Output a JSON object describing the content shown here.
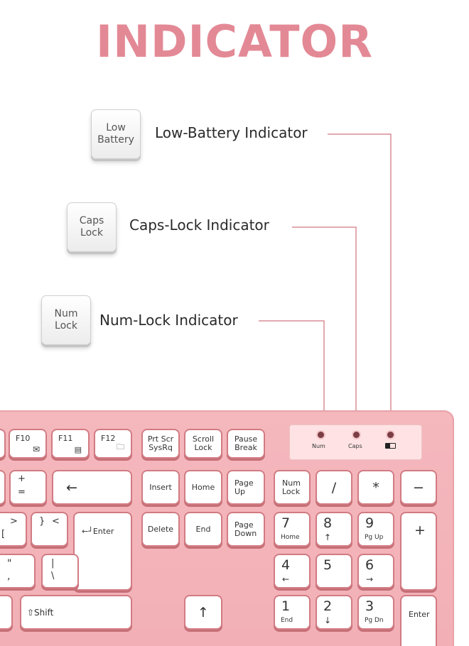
{
  "title": "INDICATOR",
  "legend": [
    {
      "key": "Low\nBattery",
      "label": "Low-Battery Indicator"
    },
    {
      "key": "Caps\nLock",
      "label": "Caps-Lock Indicator"
    },
    {
      "key": "Num\nLock",
      "label": "Num-Lock Indicator"
    }
  ],
  "panel": {
    "num": "Num",
    "caps": "Caps"
  },
  "keys": {
    "f10": "F10",
    "f11": "F11",
    "f12": "F12",
    "prtscr": "Prt Scr\nSysRq",
    "scroll": "Scroll\nLock",
    "pause": "Pause\nBreak",
    "plus": "+",
    "equals": "=",
    "backspace": "←",
    "insert": "Insert",
    "home": "Home",
    "pageup": "Page\nUp",
    "numlock": "Num\nLock",
    "slash": "/",
    "star": "*",
    "minus": "−",
    "brace_r": "}",
    "lt": "<",
    "brace_l": "[",
    "gt": ">",
    "enter_main": "←┘Enter",
    "delete": "Delete",
    "end": "End",
    "pagedown": "Page\nDown",
    "n7": "7",
    "n7sub": "Home",
    "n8": "8",
    "n9": "9",
    "n9sub": "Pg Up",
    "nplus": "+",
    "quote": "\"",
    "comma": ",",
    "backslash": "\\",
    "pipe": "|",
    "n4": "4",
    "n5": "5",
    "n6": "6",
    "shift": "⇧Shift",
    "up": "↑",
    "n1": "1",
    "n1sub": "End",
    "n2": "2",
    "n3": "3",
    "n3sub": "Pg Dn",
    "nenter": "Enter"
  },
  "colors": {
    "accent": "#e38995",
    "leader": "#d98d96",
    "keyboard": "#f3b3b8"
  }
}
